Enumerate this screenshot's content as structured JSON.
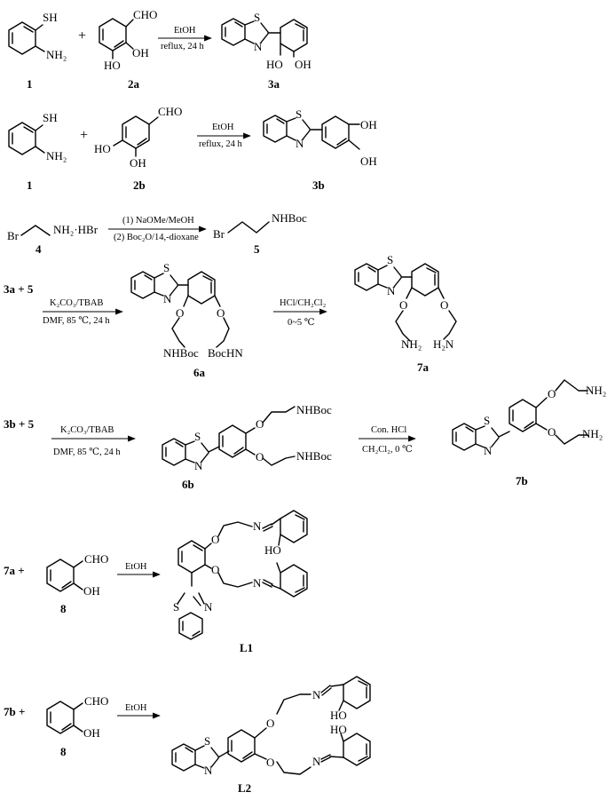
{
  "reactions": {
    "r1": {
      "reagent": "EtOH",
      "conditions": "reflux, 24 h"
    },
    "r2": {
      "reagent": "EtOH",
      "conditions": "reflux, 24 h"
    },
    "r3": {
      "step1": "(1) NaOMe/MeOH",
      "step2": "(2) Boc₂O/14,-dioxane"
    },
    "r4": {
      "reactants": "3a + 5",
      "reagent": "K₂CO₃/TBAB",
      "conditions": "DMF, 85 ℃, 24 h"
    },
    "r5": {
      "reagent": "HCl/CH₂Cl₂",
      "conditions": "0~5 ℃"
    },
    "r6": {
      "reactants": "3b + 5",
      "reagent": "K₂CO₃/TBAB",
      "conditions": "DMF, 85 ℃, 24 h"
    },
    "r7": {
      "reagent": "Con. HCl",
      "conditions": "CH₂Cl₂, 0 ℃"
    },
    "r8": {
      "reactant": "7a +",
      "reagent": "EtOH"
    },
    "r9": {
      "reactant": "7b +",
      "reagent": "EtOH"
    }
  },
  "compounds": {
    "c1": "1",
    "c2a": "2a",
    "c3a": "3a",
    "c2b": "2b",
    "c3b": "3b",
    "c4": "4",
    "c5": "5",
    "c6a": "6a",
    "c7a": "7a",
    "c6b": "6b",
    "c7b": "7b",
    "c8": "8",
    "cL1": "L1",
    "cL2": "L2"
  },
  "atoms": {
    "SH": "SH",
    "NH2": "NH₂",
    "CHO": "CHO",
    "OH": "OH",
    "HO": "HO",
    "S": "S",
    "N": "N",
    "O": "O",
    "Br": "Br",
    "NH2HBr": "NH₂·HBr",
    "NHBoc": "NHBoc",
    "BocHN": "BocHN",
    "H2N": "H₂N"
  },
  "symbols": {
    "plus": "+"
  }
}
